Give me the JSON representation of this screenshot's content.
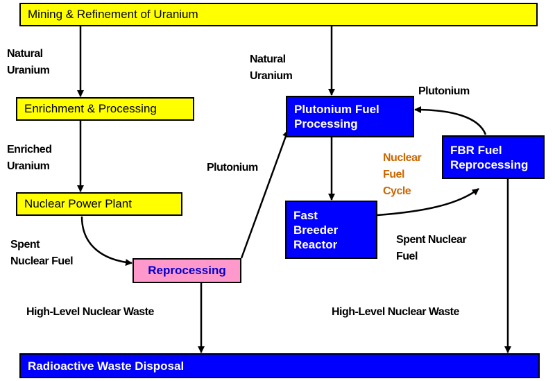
{
  "boxes": {
    "mining": "Mining & Refinement of Uranium",
    "enrichment": "Enrichment & Processing",
    "npp": "Nuclear Power Plant",
    "reprocessing": "Reprocessing",
    "pu_fuel": "Plutonium Fuel\nProcessing",
    "fbr": "Fast\nBreeder\nReactor",
    "fbr_reproc": "FBR Fuel\nReprocessing",
    "disposal": "Radioactive Waste Disposal"
  },
  "labels": {
    "natural_uranium_left": "Natural\nUranium",
    "enriched_uranium": "Enriched\nUranium",
    "spent_fuel_left": "Spent\nNuclear Fuel",
    "hlw_left": "High-Level Nuclear Waste",
    "plutonium_mid": "Plutonium",
    "natural_uranium_mid": "Natural\nUranium",
    "plutonium_top": "Plutonium",
    "cycle": "Nuclear\nFuel\nCycle",
    "spent_fuel_right": "Spent Nuclear\nFuel",
    "hlw_right": "High-Level Nuclear Waste"
  },
  "colors": {
    "yellow_box": "#ffff00",
    "blue_box": "#0000ff",
    "pink_box": "#ff99cc",
    "cycle_text": "#cc6600"
  }
}
